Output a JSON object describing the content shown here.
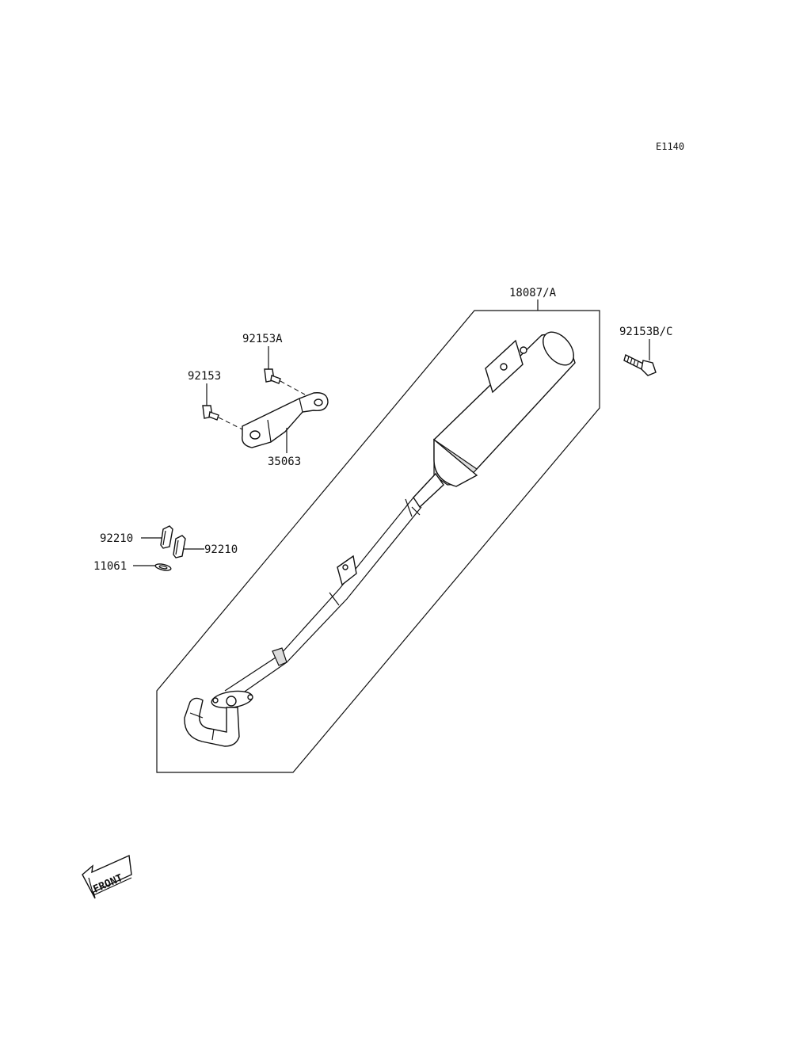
{
  "diagram_code": "E1140",
  "front_label": "FRONT",
  "callouts": {
    "muffler_assembly": "18087/A",
    "bolt_b_c": "92153B/C",
    "bolt_a": "92153A",
    "bolt": "92153",
    "bracket": "35063",
    "clip_left": "92210",
    "clip_right": "92210",
    "gasket": "11061"
  }
}
